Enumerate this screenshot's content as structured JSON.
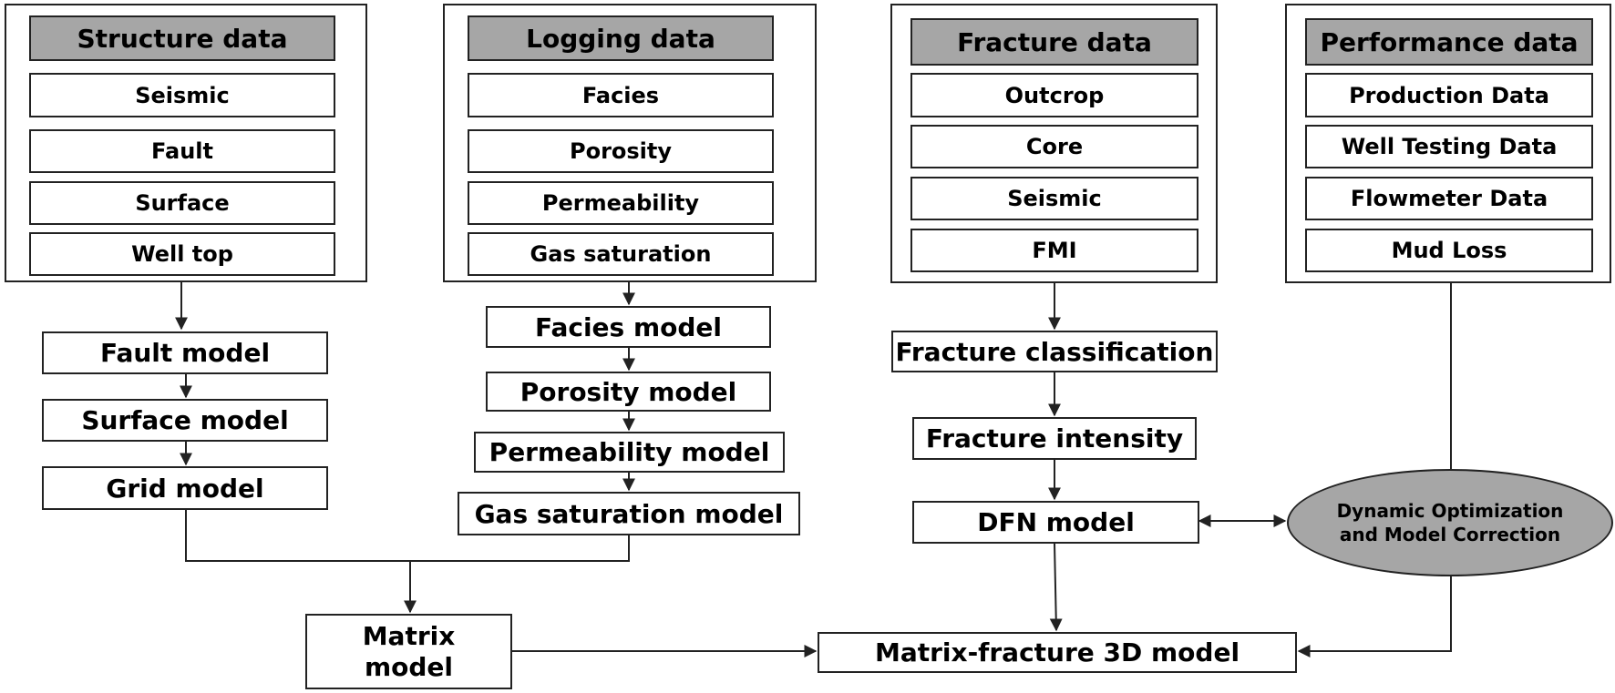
{
  "columns": [
    {
      "header": "Structure data",
      "items": [
        "Seismic",
        "Fault",
        "Surface",
        "Well top"
      ]
    },
    {
      "header": "Logging data",
      "items": [
        "Facies",
        "Porosity",
        "Permeability",
        "Gas saturation"
      ]
    },
    {
      "header": "Fracture data",
      "items": [
        "Outcrop",
        "Core",
        "Seismic",
        "FMI"
      ]
    },
    {
      "header": "Performance data",
      "items": [
        "Production Data",
        "Well Testing Data",
        "Flowmeter Data",
        "Mud Loss"
      ]
    }
  ],
  "structure_models": [
    "Fault model",
    "Surface model",
    "Grid model"
  ],
  "logging_models": [
    "Facies model",
    "Porosity model",
    "Permeability model",
    "Gas saturation model"
  ],
  "fracture_models": [
    "Fracture classification",
    "Fracture intensity",
    "DFN model"
  ],
  "dynamic": {
    "line1": "Dynamic Optimization",
    "line2": "and Model Correction"
  },
  "matrix": {
    "line1": "Matrix",
    "line2": "model"
  },
  "final_model": "Matrix-fracture 3D model"
}
